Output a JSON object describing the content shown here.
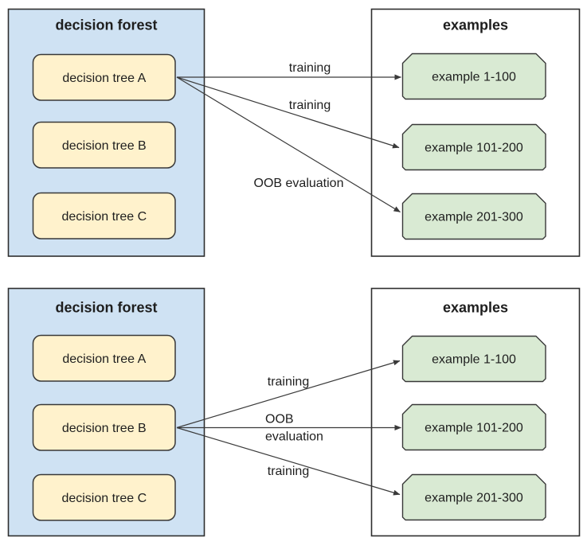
{
  "diagram": {
    "colors": {
      "forest_fill": "#cfe2f3",
      "tree_fill": "#fff2cc",
      "examples_fill": "#ffffff",
      "example_fill": "#d9ead3",
      "arrow": "#3a3a3a",
      "text": "#1e1e1e"
    },
    "panels": [
      {
        "forest": {
          "title": "decision forest",
          "trees": [
            "decision tree A",
            "decision tree B",
            "decision tree C"
          ]
        },
        "examples": {
          "title": "examples",
          "items": [
            "example 1-100",
            "example 101-200",
            "example 201-300"
          ]
        },
        "arrows": [
          {
            "from": "decision tree A",
            "to": "example 1-100",
            "label": "training"
          },
          {
            "from": "decision tree A",
            "to": "example 101-200",
            "label": "training"
          },
          {
            "from": "decision tree A",
            "to": "example 201-300",
            "label": "OOB evaluation"
          }
        ]
      },
      {
        "forest": {
          "title": "decision forest",
          "trees": [
            "decision tree A",
            "decision tree B",
            "decision tree C"
          ]
        },
        "examples": {
          "title": "examples",
          "items": [
            "example 1-100",
            "example 101-200",
            "example 201-300"
          ]
        },
        "arrows": [
          {
            "from": "decision tree B",
            "to": "example 1-100",
            "label": "training"
          },
          {
            "from": "decision tree B",
            "to": "example 101-200",
            "label": "OOB evaluation",
            "label_lines": [
              "OOB",
              "evaluation"
            ]
          },
          {
            "from": "decision tree B",
            "to": "example 201-300",
            "label": "training"
          }
        ]
      }
    ]
  }
}
